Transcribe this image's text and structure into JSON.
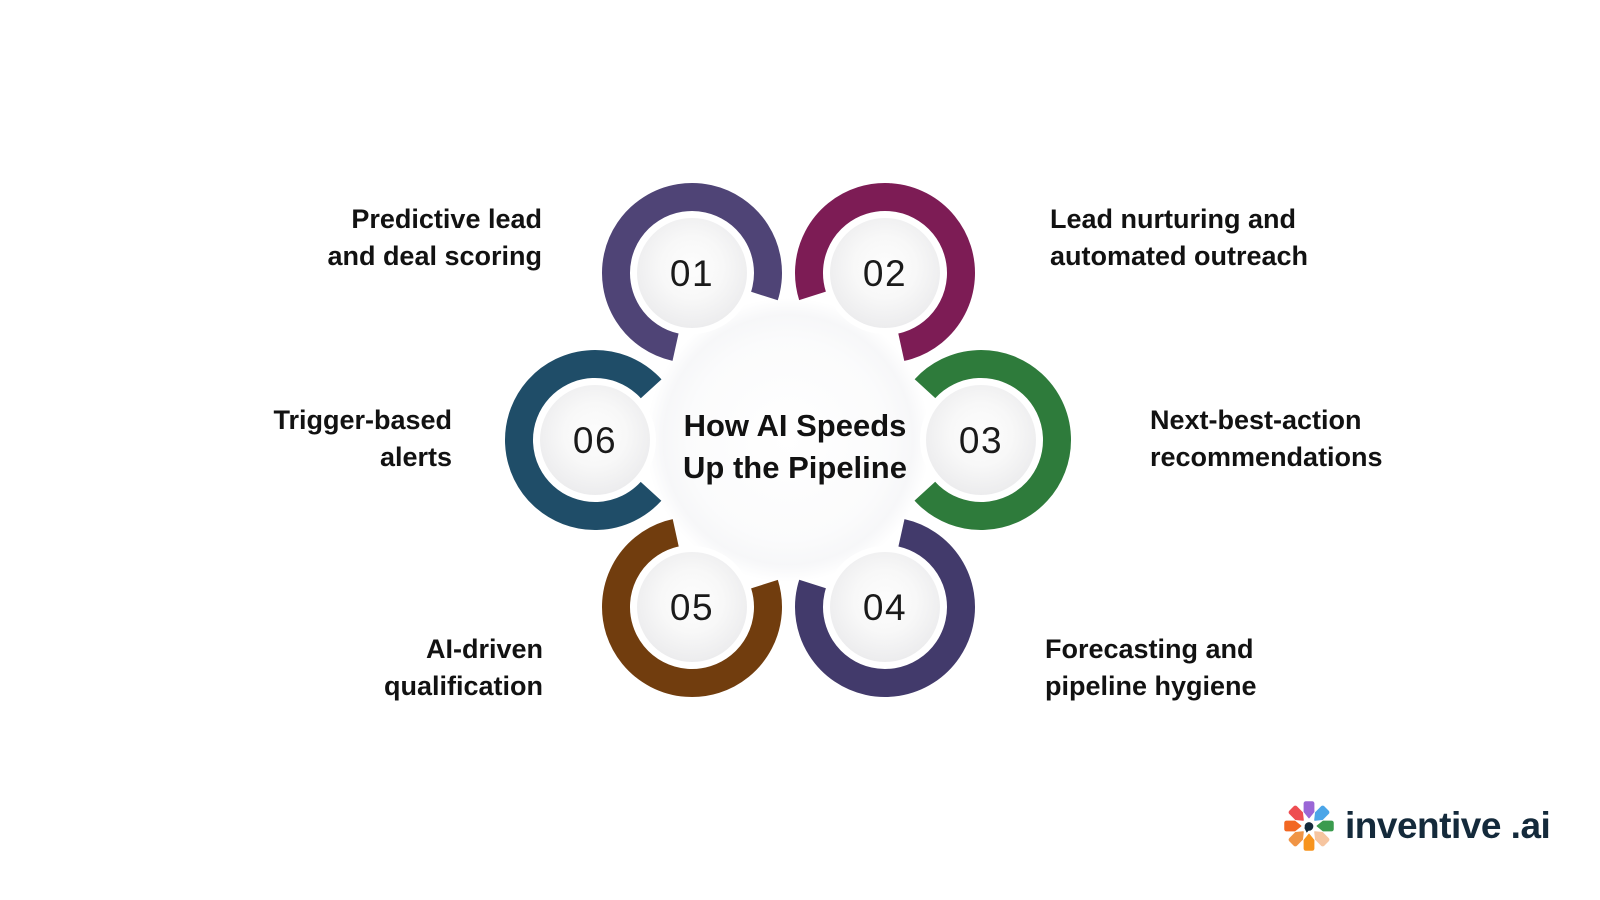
{
  "diagram": {
    "title": "How AI Speeds\nUp the Pipeline",
    "nodes": [
      {
        "number": "01",
        "label": "Predictive lead\nand deal scoring",
        "color": "#4f4476"
      },
      {
        "number": "02",
        "label": "Lead nurturing and\nautomated outreach",
        "color": "#7d1c55"
      },
      {
        "number": "03",
        "label": "Next-best-action\nrecommendations",
        "color": "#2e7b3b"
      },
      {
        "number": "04",
        "label": "Forecasting and\npipeline hygiene",
        "color": "#423a6b"
      },
      {
        "number": "05",
        "label": "AI-driven\nqualification",
        "color": "#713d0e"
      },
      {
        "number": "06",
        "label": "Trigger-based\nalerts",
        "color": "#1f4d68"
      }
    ]
  },
  "branding": {
    "logo_text": "inventive .ai",
    "logo_color": "#142a3b",
    "icon_petals": [
      "#9a66d6",
      "#4ba5e8",
      "#3a9b4e",
      "#f6c5a0",
      "#f7941d",
      "#f09445",
      "#f26722",
      "#ee4d52"
    ],
    "icon_center_color": "#142a3b"
  }
}
